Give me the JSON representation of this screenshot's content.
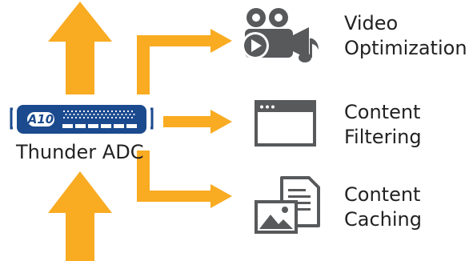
{
  "device": {
    "logo": "A10",
    "caption": "Thunder ADC"
  },
  "services": [
    {
      "line1": "Video",
      "line2": "Optimization",
      "icon": "video-camera-music-icon"
    },
    {
      "line1": "Content",
      "line2": "Filtering",
      "icon": "browser-window-icon"
    },
    {
      "line1": "Content",
      "line2": "Caching",
      "icon": "image-document-icon"
    }
  ],
  "colors": {
    "arrow": "#f9ab22",
    "icon": "#58595b",
    "device": "#1b4a8e",
    "text": "#222222"
  }
}
